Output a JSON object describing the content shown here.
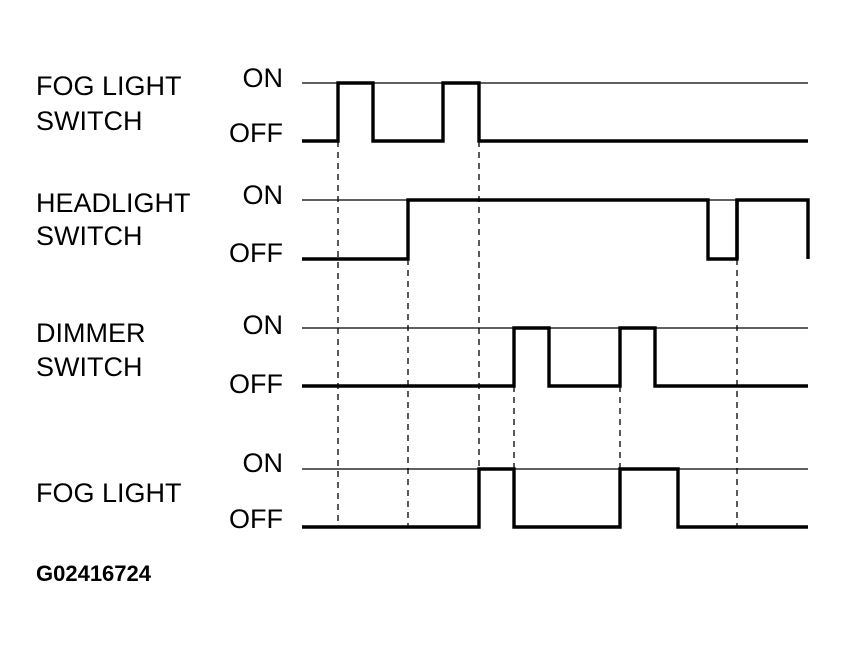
{
  "figure_id": "G02416724",
  "state_labels": {
    "on": "ON",
    "off": "OFF"
  },
  "colors": {
    "ink": "#000000",
    "background": "#ffffff"
  },
  "signals": [
    {
      "name_lines": [
        "FOG LIGHT",
        "SWITCH"
      ],
      "on_intervals": [
        [
          1,
          2
        ],
        [
          4,
          5
        ]
      ]
    },
    {
      "name_lines": [
        "HEADLIGHT",
        "SWITCH"
      ],
      "on_intervals": [
        [
          3,
          12
        ],
        [
          13,
          14
        ]
      ]
    },
    {
      "name_lines": [
        "DIMMER",
        "SWITCH"
      ],
      "on_intervals": [
        [
          6,
          7
        ],
        [
          9,
          10
        ]
      ]
    },
    {
      "name_lines": [
        "FOG LIGHT"
      ],
      "on_intervals": [
        [
          5,
          6
        ],
        [
          9,
          11
        ]
      ]
    }
  ],
  "time_events": [
    1,
    3,
    5,
    6,
    9,
    11,
    13
  ]
}
